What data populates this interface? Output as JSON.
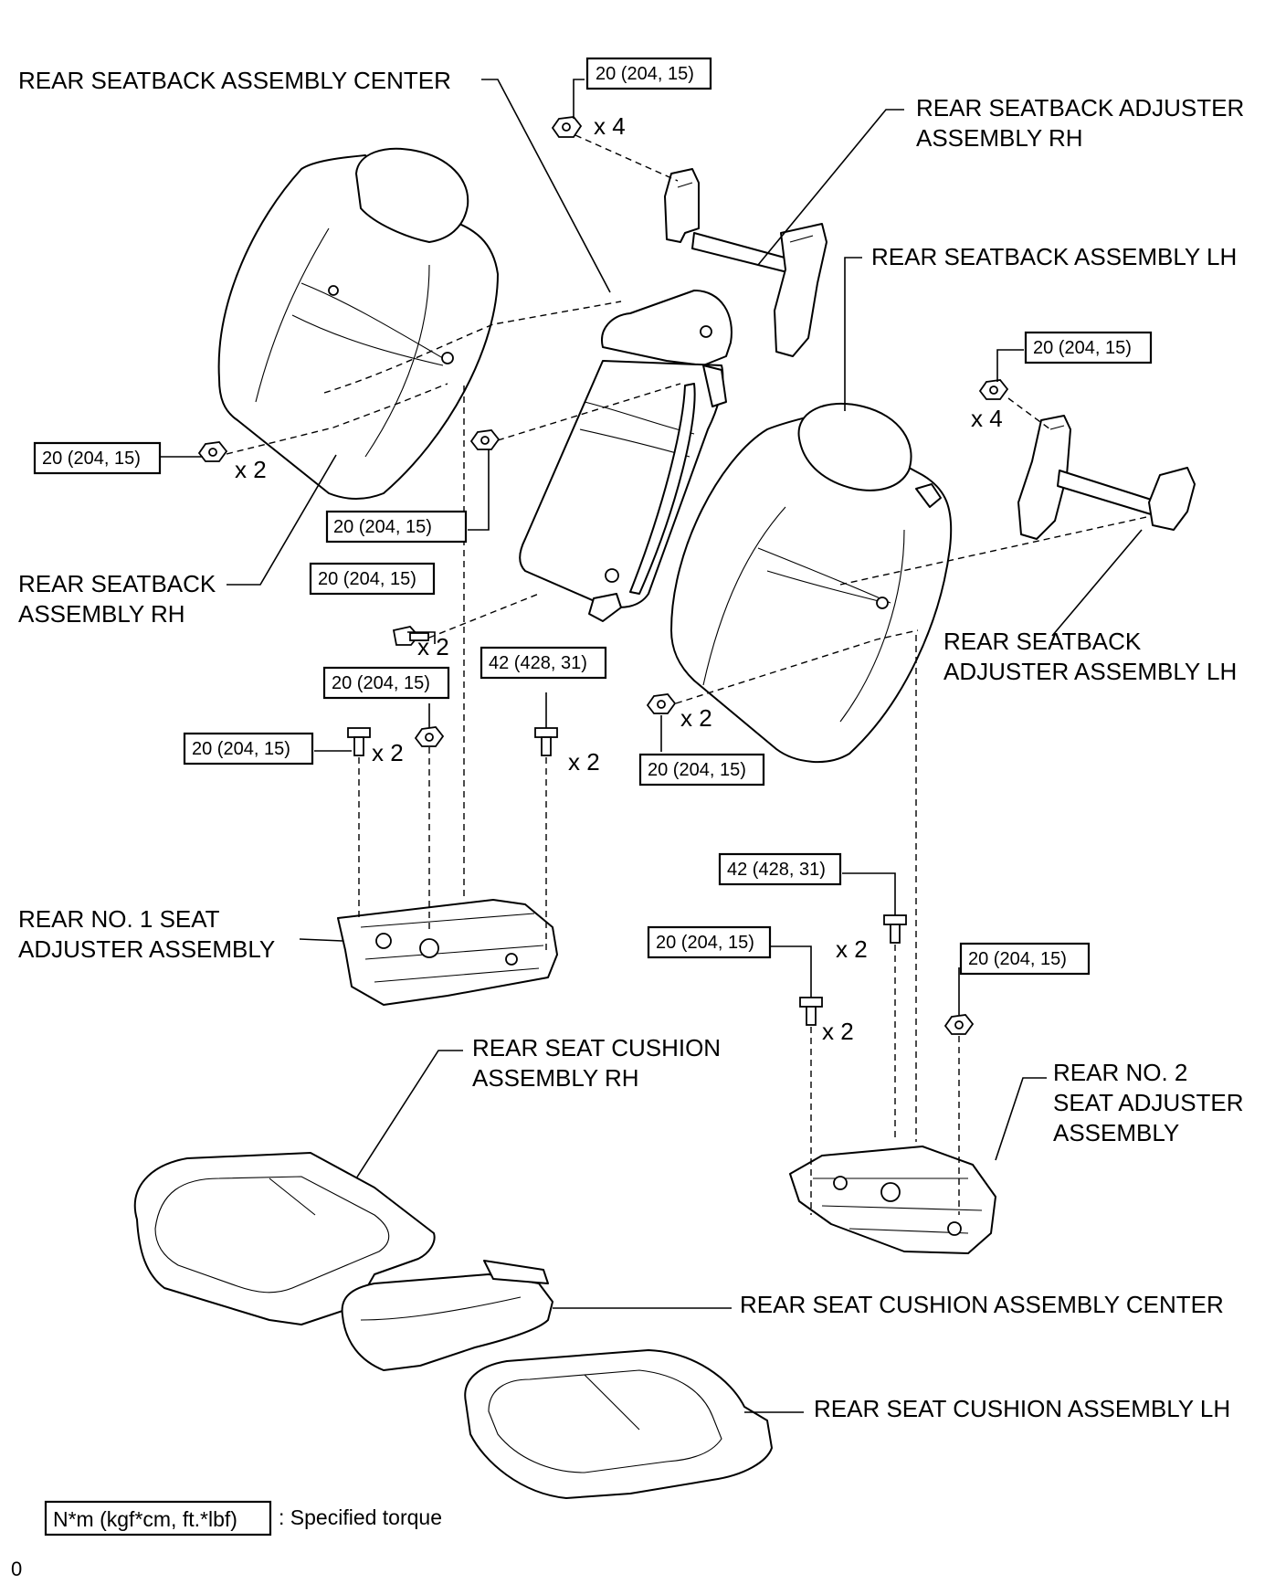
{
  "labels": {
    "seatback_center": "REAR SEATBACK ASSEMBLY CENTER",
    "adjuster_rh_1": "REAR SEATBACK ADJUSTER",
    "adjuster_rh_2": "ASSEMBLY RH",
    "seatback_lh": "REAR SEATBACK ASSEMBLY LH",
    "seatback_rh_1": "REAR SEATBACK",
    "seatback_rh_2": "ASSEMBLY RH",
    "adjuster_lh_1": "REAR SEATBACK",
    "adjuster_lh_2": "ADJUSTER ASSEMBLY LH",
    "no1_seat_adjuster_1": "REAR NO. 1 SEAT",
    "no1_seat_adjuster_2": "ADJUSTER ASSEMBLY",
    "cushion_rh_1": "REAR SEAT CUSHION",
    "cushion_rh_2": "ASSEMBLY RH",
    "no2_seat_adjuster_1": "REAR NO. 2",
    "no2_seat_adjuster_2": "SEAT ADJUSTER",
    "no2_seat_adjuster_3": "ASSEMBLY",
    "cushion_center": "REAR SEAT CUSHION ASSEMBLY CENTER",
    "cushion_lh": "REAR SEAT CUSHION ASSEMBLY LH"
  },
  "torque": {
    "t1": "20 (204, 15)",
    "t2": "20 (204, 15)",
    "t3": "20 (204, 15)",
    "t4": "20 (204, 15)",
    "t5": "20 (204, 15)",
    "t6": "20 (204, 15)",
    "t7": "20 (204, 15)",
    "t8": "42 (428, 31)",
    "t9": "20 (204, 15)",
    "t10": "42 (428, 31)",
    "t11": "20 (204, 15)",
    "t12": "20 (204, 15)"
  },
  "quantities": {
    "q1": "x 4",
    "q2": "x 4",
    "q3": "x 2",
    "q4": "x 2",
    "q5": "x 2",
    "q6": "x 2",
    "q7": "x 2",
    "q8": "x 2",
    "q9": "x 2"
  },
  "legend": {
    "unit_box": "N*m (kgf*cm, ft.*lbf)",
    "unit_text": ": Specified torque"
  },
  "footer": {
    "code": "0"
  }
}
